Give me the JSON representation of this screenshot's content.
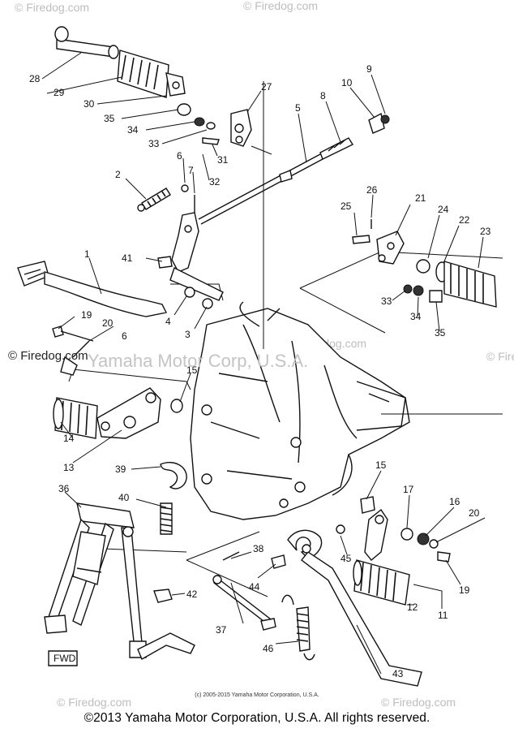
{
  "watermarks": {
    "main": "Yamaha Motor Corp, U.S.A.",
    "logo": "© Firedog.com",
    "small": "© Firedog.com"
  },
  "small_copyright": "(c) 2005-2015 Yamaha Motor Corporation, U.S.A.",
  "footer": "©2013 Yamaha Motor Corporation, U.S.A. All rights reserved.",
  "fwd_label": "FWD",
  "callouts": [
    "1",
    "2",
    "3",
    "4",
    "5",
    "6",
    "7",
    "8",
    "9",
    "10",
    "11",
    "12",
    "13",
    "14",
    "15",
    "15",
    "16",
    "17",
    "19",
    "19",
    "20",
    "20",
    "21",
    "22",
    "23",
    "24",
    "25",
    "26",
    "27",
    "28",
    "29",
    "30",
    "31",
    "32",
    "33",
    "33",
    "34",
    "34",
    "35",
    "35",
    "36",
    "37",
    "38",
    "39",
    "40",
    "41",
    "42",
    "43",
    "44",
    "45",
    "46"
  ]
}
